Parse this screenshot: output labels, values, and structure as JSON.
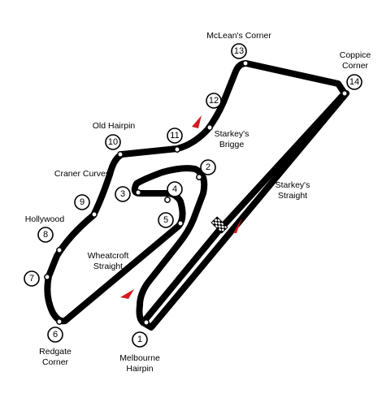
{
  "corners": [
    {
      "n": "1",
      "label": [
        "Melbourne",
        "Hairpin"
      ]
    },
    {
      "n": "2",
      "label": []
    },
    {
      "n": "3",
      "label": []
    },
    {
      "n": "4",
      "label": []
    },
    {
      "n": "5",
      "label": []
    },
    {
      "n": "6",
      "label": [
        "Redgate",
        "Corner"
      ]
    },
    {
      "n": "7",
      "label": []
    },
    {
      "n": "8",
      "label": [
        "Hollywood"
      ]
    },
    {
      "n": "9",
      "label": [
        "Craner Curves"
      ]
    },
    {
      "n": "10",
      "label": [
        "Old Hairpin"
      ]
    },
    {
      "n": "11",
      "label": []
    },
    {
      "n": "12",
      "label": [
        "Starkey's",
        "Brigge"
      ]
    },
    {
      "n": "13",
      "label": [
        "McLean's Corner"
      ]
    },
    {
      "n": "14",
      "label": [
        "Coppice",
        "Corner"
      ]
    }
  ],
  "straights": {
    "wheatcroft": [
      "Wheatcroft",
      "Straight"
    ],
    "starkeys": [
      "Starkey's",
      "Straight"
    ]
  },
  "colors": {
    "track": "#000000",
    "direction_arrow": "#d61a1f",
    "background": "#ffffff"
  }
}
